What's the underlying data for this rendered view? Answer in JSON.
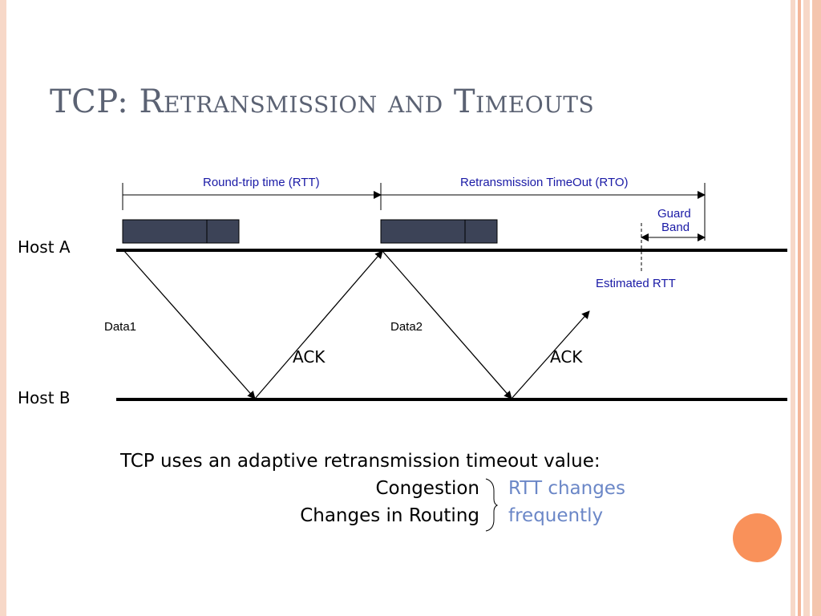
{
  "title": "TCP: Retransmission and Timeouts",
  "hosts": {
    "a": "Host A",
    "b": "Host B"
  },
  "intervals": {
    "rtt": "Round-trip time (RTT)",
    "rto": "Retransmission TimeOut (RTO)",
    "guard_band_line1": "Guard",
    "guard_band_line2": "Band",
    "estimated_rtt": "Estimated RTT"
  },
  "messages": {
    "data1": "Data1",
    "data2": "Data2",
    "ack1": "ACK",
    "ack2": "ACK"
  },
  "caption": {
    "intro": "TCP uses an adaptive retransmission timeout value:",
    "cause1": "Congestion",
    "cause2": "Changes in Routing",
    "effect_line1": "RTT changes",
    "effect_line2": "frequently"
  },
  "colors": {
    "title": "#5b6273",
    "packet": "#3c4357",
    "blue_label": "#1a1aa6",
    "effect_text": "#6b87c7",
    "accent_orange": "#f9915a",
    "stripe_peach": "#f7d8c8"
  }
}
